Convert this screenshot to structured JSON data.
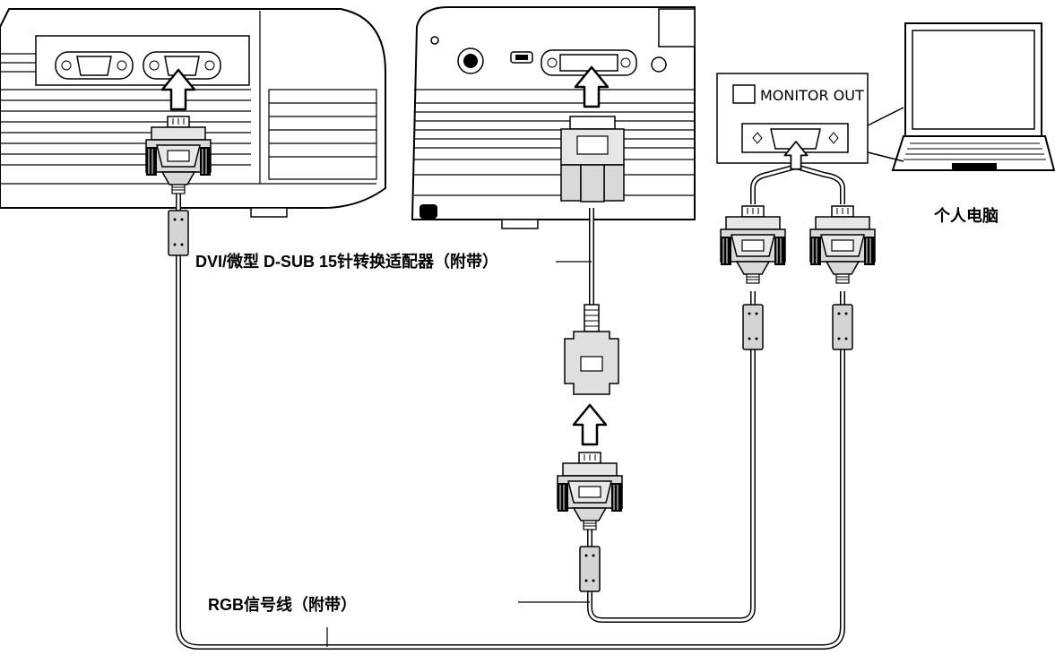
{
  "labels": {
    "adapter": "DVI/微型 D-SUB 15针转换适配器（附带）",
    "rgb_cable": "RGB信号线（附带）",
    "monitor_out": "MONITOR OUT",
    "computer": "个人电脑"
  }
}
